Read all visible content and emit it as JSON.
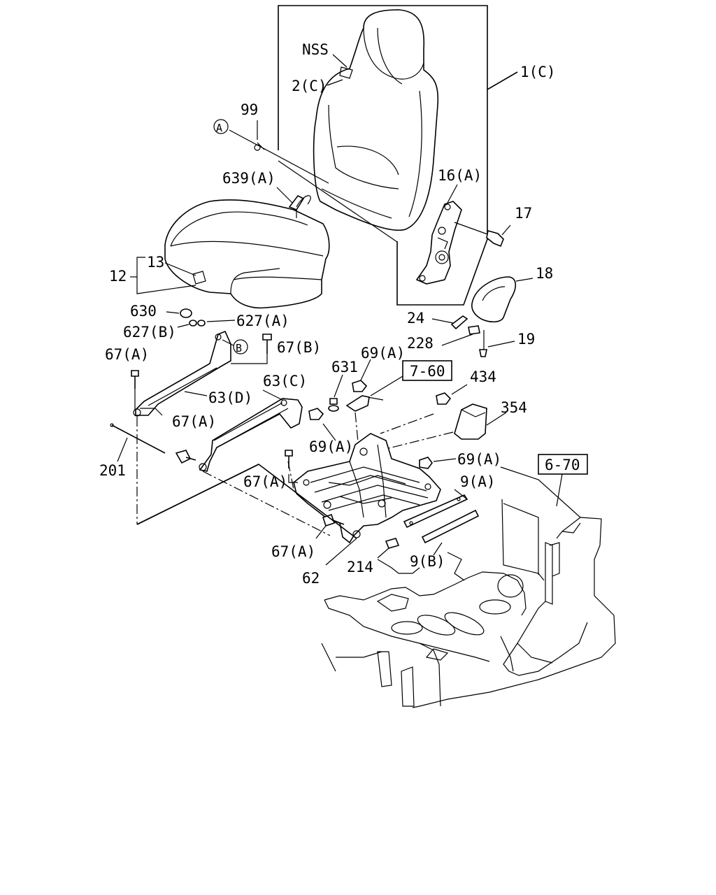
{
  "labels": {
    "nss": "NSS",
    "l_2c": "2(C)",
    "l_1c": "1(C)",
    "l_99": "99",
    "circle_a": "A",
    "l_639a": "639(A)",
    "l_16a": "16(A)",
    "l_17": "17",
    "l_13": "13",
    "l_12": "12",
    "l_18": "18",
    "l_630": "630",
    "l_627a": "627(A)",
    "l_627b": "627(B)",
    "circle_b": "B",
    "l_67b": "67(B)",
    "l_24": "24",
    "l_228": "228",
    "l_19": "19",
    "l_67a_1": "67(A)",
    "l_69a_1": "69(A)",
    "l_631": "631",
    "ref_7_60": "7-60",
    "l_63c": "63(C)",
    "l_434": "434",
    "l_63d": "63(D)",
    "l_354": "354",
    "l_67a_2": "67(A)",
    "l_69a_2": "69(A)",
    "l_201": "201",
    "l_69a_3": "69(A)",
    "ref_6_70": "6-70",
    "l_67a_3": "67(A)",
    "l_9a": "9(A)",
    "l_67a_4": "67(A)",
    "l_62": "62",
    "l_214": "214",
    "l_9b": "9(B)"
  }
}
